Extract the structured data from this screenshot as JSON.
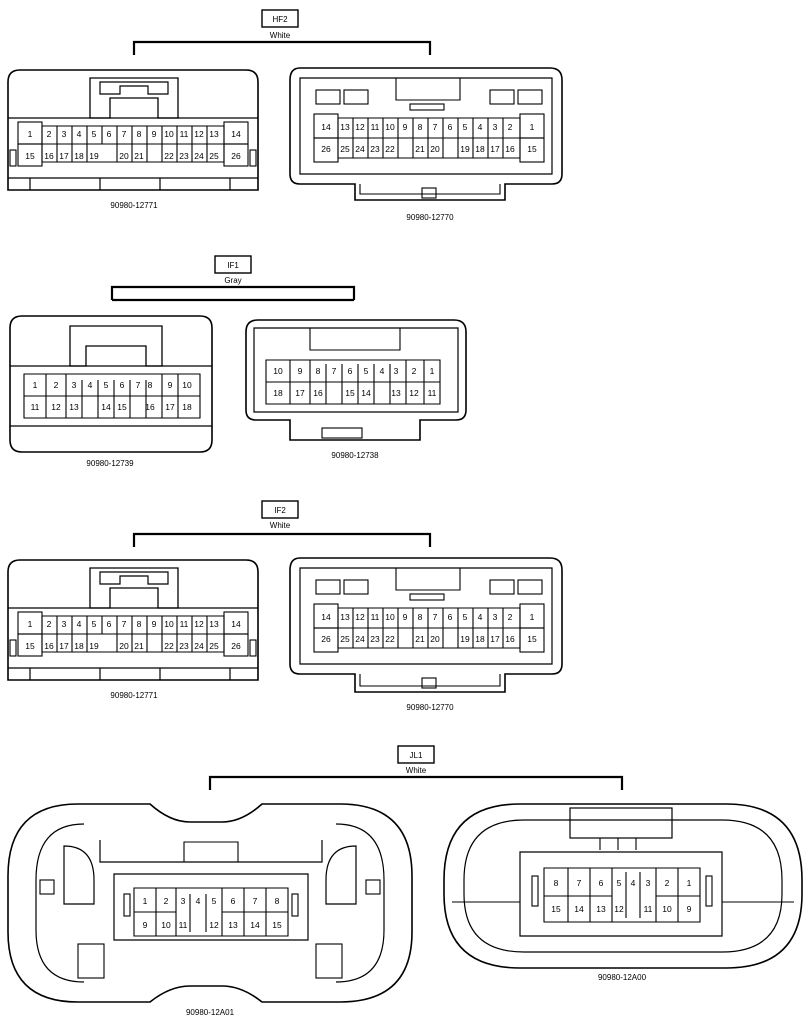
{
  "groups": [
    {
      "id": "HF2",
      "tag": "HF2",
      "color": "White",
      "connectors": [
        {
          "part_number": "90980-12771",
          "pins": [
            "1",
            "2",
            "3",
            "4",
            "5",
            "6",
            "7",
            "8",
            "9",
            "10",
            "11",
            "12",
            "13",
            "14",
            "15",
            "16",
            "17",
            "18",
            "19",
            "20",
            "21",
            "22",
            "23",
            "24",
            "25",
            "26"
          ]
        },
        {
          "part_number": "90980-12770",
          "pins": [
            "14",
            "13",
            "12",
            "11",
            "10",
            "9",
            "8",
            "7",
            "6",
            "5",
            "4",
            "3",
            "2",
            "1",
            "26",
            "25",
            "24",
            "23",
            "22",
            "21",
            "20",
            "19",
            "18",
            "17",
            "16",
            "15"
          ]
        }
      ]
    },
    {
      "id": "IF1",
      "tag": "IF1",
      "color": "Gray",
      "connectors": [
        {
          "part_number": "90980-12739",
          "pins": [
            "1",
            "2",
            "3",
            "4",
            "5",
            "6",
            "7",
            "8",
            "9",
            "10",
            "11",
            "12",
            "13",
            "14",
            "15",
            "16",
            "17",
            "18"
          ]
        },
        {
          "part_number": "90980-12738",
          "pins": [
            "10",
            "9",
            "8",
            "7",
            "6",
            "5",
            "4",
            "3",
            "2",
            "1",
            "18",
            "17",
            "16",
            "15",
            "14",
            "13",
            "12",
            "11"
          ]
        }
      ]
    },
    {
      "id": "IF2",
      "tag": "IF2",
      "color": "White",
      "connectors": [
        {
          "part_number": "90980-12771",
          "pins": [
            "1",
            "2",
            "3",
            "4",
            "5",
            "6",
            "7",
            "8",
            "9",
            "10",
            "11",
            "12",
            "13",
            "14",
            "15",
            "16",
            "17",
            "18",
            "19",
            "20",
            "21",
            "22",
            "23",
            "24",
            "25",
            "26"
          ]
        },
        {
          "part_number": "90980-12770",
          "pins": [
            "14",
            "13",
            "12",
            "11",
            "10",
            "9",
            "8",
            "7",
            "6",
            "5",
            "4",
            "3",
            "2",
            "1",
            "26",
            "25",
            "24",
            "23",
            "22",
            "21",
            "20",
            "19",
            "18",
            "17",
            "16",
            "15"
          ]
        }
      ]
    },
    {
      "id": "JL1",
      "tag": "JL1",
      "color": "White",
      "connectors": [
        {
          "part_number": "90980-12A01",
          "pins": [
            "1",
            "2",
            "3",
            "4",
            "5",
            "6",
            "7",
            "8",
            "9",
            "10",
            "11",
            "12",
            "13",
            "14",
            "15"
          ]
        },
        {
          "part_number": "90980-12A00",
          "pins": [
            "8",
            "7",
            "6",
            "5",
            "4",
            "3",
            "2",
            "1",
            "15",
            "14",
            "13",
            "12",
            "11",
            "10",
            "9"
          ]
        }
      ]
    }
  ]
}
